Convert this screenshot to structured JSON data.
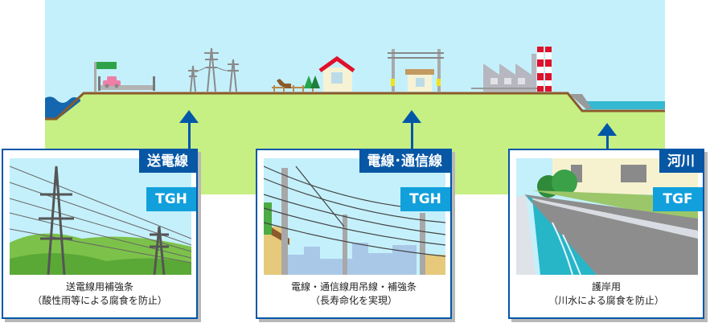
{
  "colors": {
    "sky": "#c4f0fb",
    "ground": "#c6ef84",
    "soil_line": "#8b5a2b",
    "border_blue": "#0057a8",
    "category_bg": "#0757a5",
    "product_bg": "#12a0dc",
    "river": "#35b8d1"
  },
  "scene": {
    "elements": [
      "sea-left",
      "embankment",
      "parking-sign",
      "car",
      "transmission-towers",
      "horse",
      "fence",
      "trees",
      "house",
      "utility-poles",
      "small-house",
      "factory",
      "chimney",
      "river-right"
    ]
  },
  "cards": [
    {
      "category": "送電線",
      "product": "TGH",
      "caption_line1": "送電線用補強条",
      "caption_line2": "（酸性雨等による腐食を防止）",
      "image": "transmission-tower-scene"
    },
    {
      "category": "電線･通信線",
      "product": "TGH",
      "caption_line1": "電線・通信線用吊線・補強条",
      "caption_line2": "（長寿命化を実現）",
      "image": "utility-pole-scene"
    },
    {
      "category": "河川",
      "product": "TGF",
      "caption_line1": "護岸用",
      "caption_line2": "（川水による腐食を防止）",
      "image": "river-embankment-scene"
    }
  ]
}
